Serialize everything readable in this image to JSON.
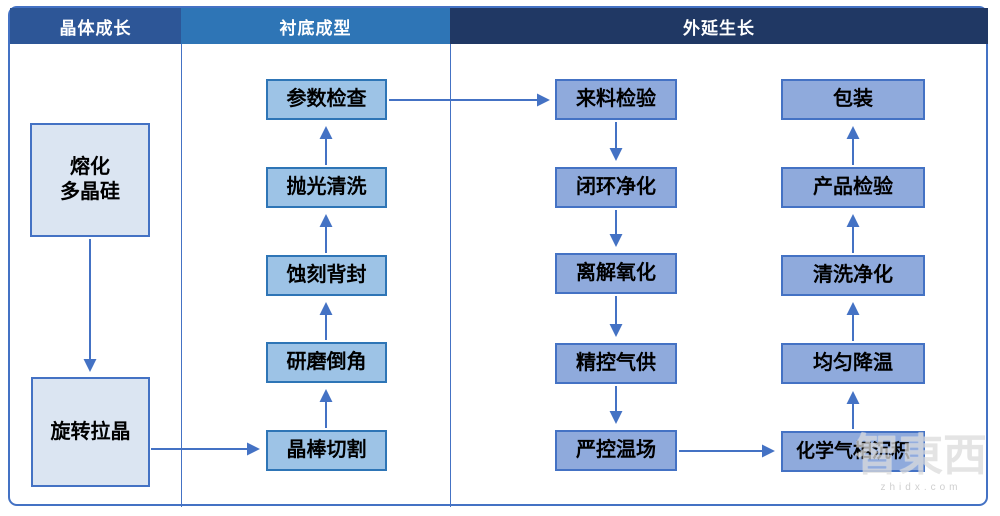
{
  "headers": [
    {
      "id": "crystal-growth",
      "label": "晶体成长",
      "color": "#2d5697"
    },
    {
      "id": "substrate-forming",
      "label": "衬底成型",
      "color": "#2e75b6"
    },
    {
      "id": "epitaxial-growth",
      "label": "外延生长",
      "color": "#203864"
    }
  ],
  "crystal_growth": {
    "boxes": [
      {
        "label": "熔化\n多晶硅"
      },
      {
        "label": "旋转拉晶"
      }
    ]
  },
  "substrate_forming": {
    "boxes": [
      {
        "label": "参数检查"
      },
      {
        "label": "抛光清洗"
      },
      {
        "label": "蚀刻背封"
      },
      {
        "label": "研磨倒角"
      },
      {
        "label": "晶棒切割"
      }
    ],
    "flow_direction": "bottom-to-top"
  },
  "epitaxial_growth": {
    "left_boxes": [
      "来料检验",
      "闭环净化",
      "离解氧化",
      "精控气供",
      "严控温场"
    ],
    "left_flow_direction": "top-to-bottom",
    "right_boxes": [
      "包装",
      "产品检验",
      "清洗净化",
      "均匀降温",
      "化学气相沉积"
    ],
    "right_flow_direction": "bottom-to-top"
  },
  "watermark": {
    "text": "智東西",
    "subtext": "zhidx.com"
  },
  "colors": {
    "header_crystal": "#2d5697",
    "header_substrate": "#2e75b6",
    "header_epitaxial": "#203864",
    "box_fill_crystal": "#dbe5f2",
    "box_fill_substrate": "#9dc3e6",
    "box_fill_epitaxial": "#8faadc",
    "box_border_substrate": "#2e75b6",
    "box_border": "#4472c4",
    "arrow": "#4472c4",
    "frame_border": "#4472c4"
  }
}
